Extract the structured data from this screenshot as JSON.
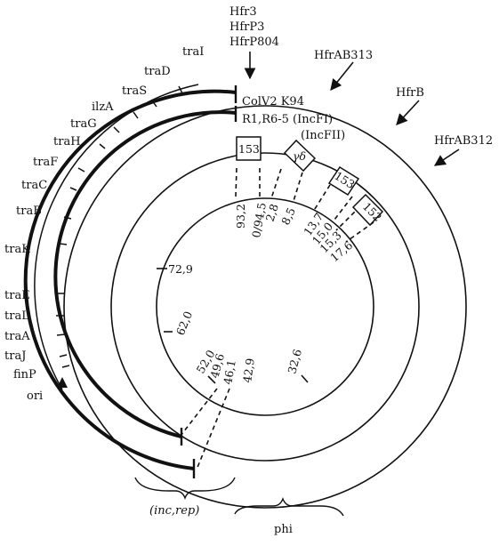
{
  "hfr_markers": {
    "top_group": [
      "Hfr3",
      "HfrP3",
      "HfrP804"
    ],
    "ab313": "HfrAB313",
    "b": "HfrB",
    "ab312": "HfrAB312"
  },
  "tra_genes": [
    "traI",
    "traD",
    "traS",
    "ilzA",
    "traG",
    "traH",
    "traF",
    "traC",
    "traB",
    "traK",
    "traE",
    "traL",
    "traA",
    "traJ",
    "finP",
    "ori"
  ],
  "plasmids": {
    "colv": "ColV2 K94",
    "r1": "R1,R6-5 (IncFI)",
    "incfii": "(IncFII)"
  },
  "elements": {
    "is3_left": "153",
    "gamma_delta": "γδ",
    "is3_right": "153",
    "is2": "152"
  },
  "coordinates": [
    "93,2",
    "0/94,5",
    "2,8",
    "8,5",
    "13,7",
    "15,0",
    "15,3",
    "17,6",
    "72,9",
    "62,0",
    "52,0",
    "49,6",
    "46,1",
    "42,9",
    "32,6"
  ],
  "regions": {
    "inc_rep": "(inc,rep)",
    "phi": "phi"
  }
}
